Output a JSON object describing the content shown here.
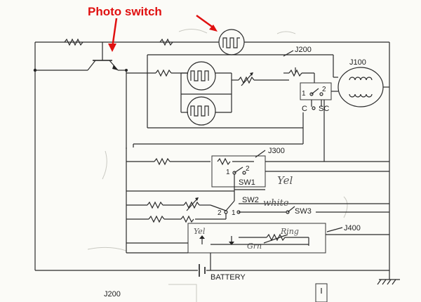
{
  "callout": {
    "label": "Photo switch",
    "color": "#e01010"
  },
  "labels": {
    "j200": "J200",
    "j100": "J100",
    "j300": "J300",
    "j400": "J400",
    "j200_bottom": "J200",
    "battery": "BATTERY",
    "sw1": "SW1",
    "sw2": "SW2",
    "sw3": "SW3",
    "c": "C",
    "sc": "SC",
    "t1_j200": "1",
    "t2_j200": "2",
    "t1_j300": "1",
    "t2_j300": "2",
    "t1_sw2": "1",
    "t2_sw2": "2"
  },
  "handwriting": {
    "yel": "Yel",
    "white": "white",
    "ring": "Ring",
    "grn": "Grn",
    "yel_small": "Yel"
  }
}
